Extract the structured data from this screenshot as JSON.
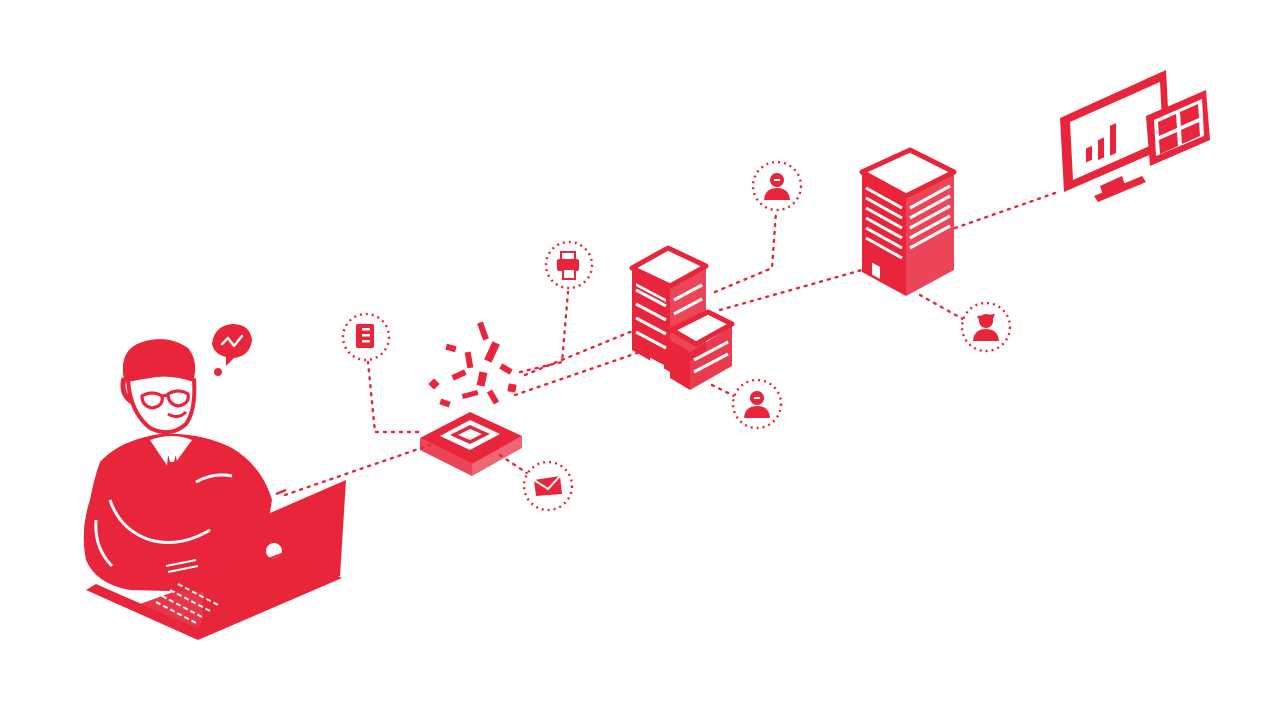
{
  "colors": {
    "accent": "#e8253a",
    "background": "#ffffff",
    "light": "#ffffff"
  },
  "diagram": {
    "nodes": [
      {
        "id": "developer",
        "icon": "person-at-laptop-icon"
      },
      {
        "id": "code-block",
        "icon": "code-chip-icon"
      },
      {
        "id": "processing-building",
        "icon": "stacked-building-icon"
      },
      {
        "id": "server-tower",
        "icon": "server-tower-icon"
      },
      {
        "id": "dashboard",
        "icon": "monitor-dashboard-icon"
      }
    ],
    "satellites": [
      {
        "attached_to": "code-block",
        "icon": "document-icon"
      },
      {
        "attached_to": "code-block",
        "icon": "printer-icon"
      },
      {
        "attached_to": "code-block",
        "icon": "envelope-icon"
      },
      {
        "attached_to": "processing-building",
        "icon": "person-icon"
      },
      {
        "attached_to": "processing-building",
        "icon": "person-icon"
      },
      {
        "attached_to": "server-tower",
        "icon": "person-icon"
      }
    ],
    "connector_style": "dotted"
  }
}
